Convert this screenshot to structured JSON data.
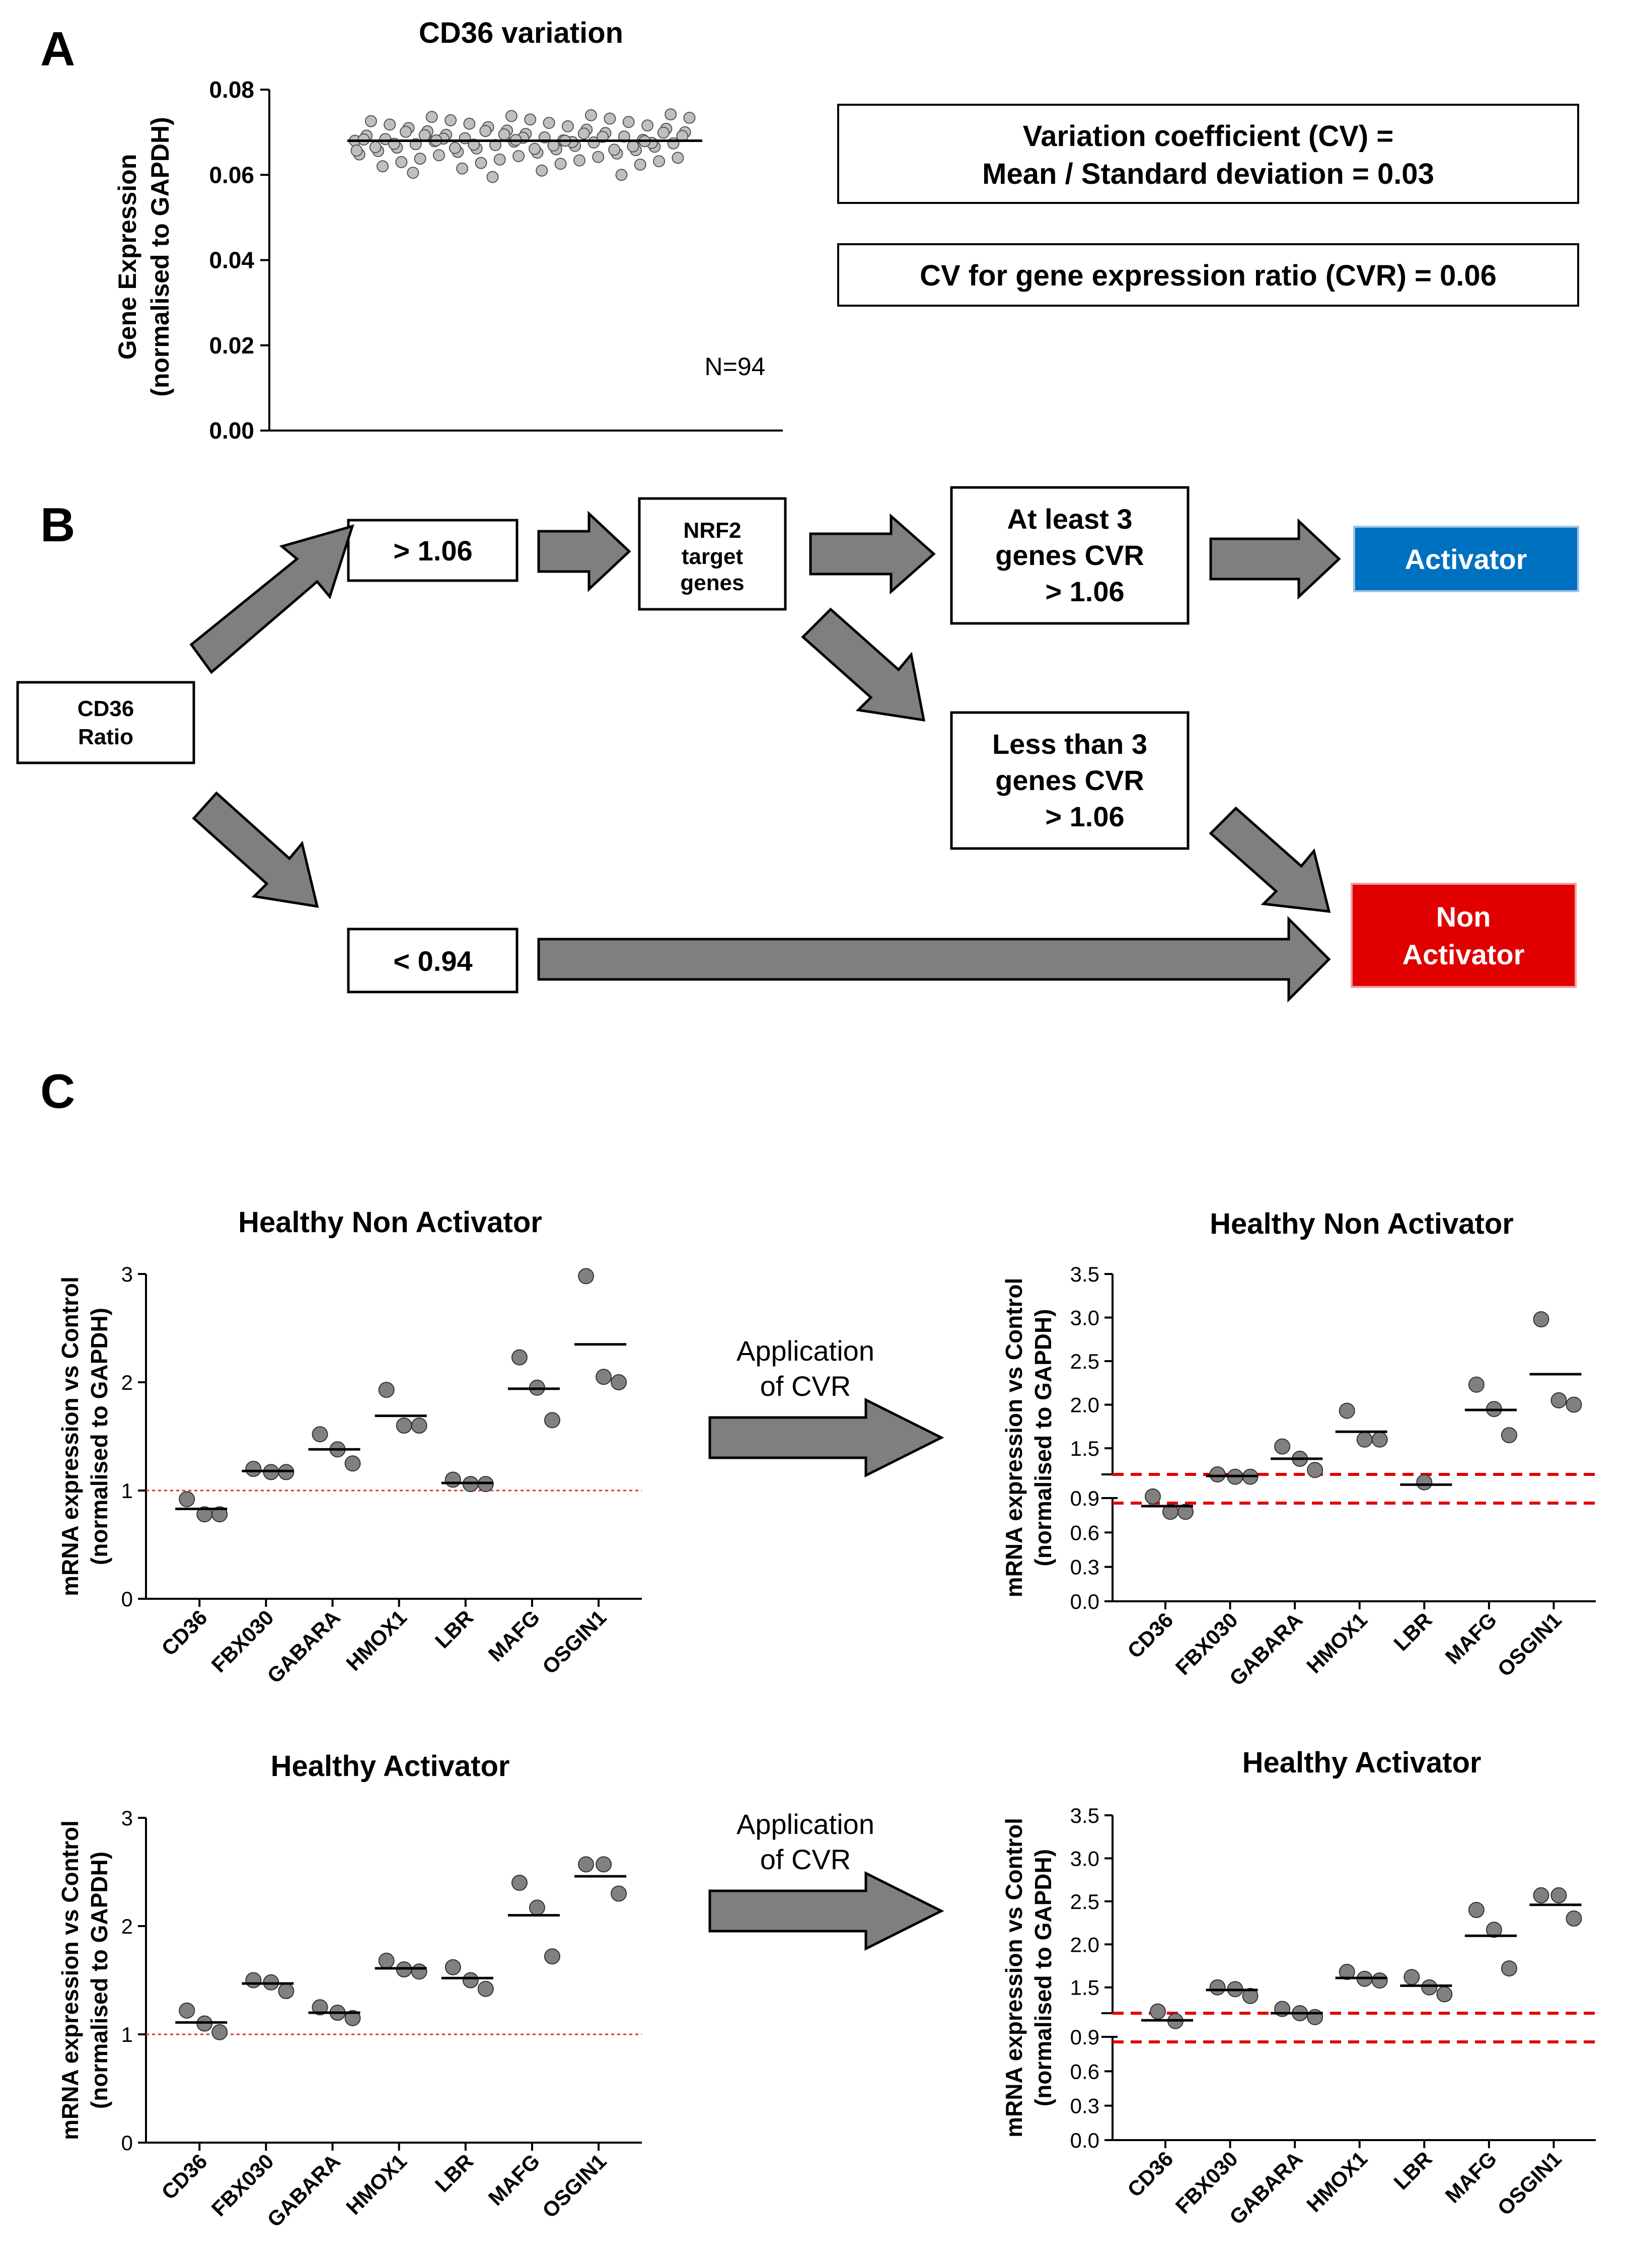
{
  "panels": {
    "a": "A",
    "b": "B",
    "c": "C"
  },
  "panel_a": {
    "title": "CD36 variation",
    "ylabel_1": "Gene Expression",
    "ylabel_2": "(normalised to GAPDH)",
    "n_label": "N=94",
    "box1_line1": "Variation coefficient (CV) =",
    "box1_line2": "Mean / Standard deviation = 0.03",
    "box2": "CV for gene expression ratio (CVR) = 0.06"
  },
  "flow": {
    "cd36_line1": "CD36",
    "cd36_line2": "Ratio",
    "gt": "> 1.06",
    "lt": "< 0.94",
    "nrf2_line1": "NRF2",
    "nrf2_line2": "target",
    "nrf2_line3": "genes",
    "atleast_line1": "At least 3",
    "atleast_line2": "genes CVR",
    "atleast_line3": "> 1.06",
    "less_line1": "Less than 3",
    "less_line2": "genes CVR",
    "less_line3": "> 1.06",
    "activator": "Activator",
    "non_line1": "Non",
    "non_line2": "Activator",
    "activator_color": "#0070C0",
    "non_activator_color": "#E00000"
  },
  "cvr_labels": [
    {
      "line1": "Application",
      "line2": "of  CVR"
    },
    {
      "line1": "Application",
      "line2": "of  CVR"
    }
  ],
  "chart_data": [
    {
      "type": "scatter",
      "title": "CD36 variation",
      "ylabel": "Gene Expression (normalised to GAPDH)",
      "ylim": [
        0,
        0.08
      ],
      "yticks": [
        "0.00",
        "0.02",
        "0.04",
        "0.06",
        "0.08"
      ],
      "n": 94,
      "mean": 0.068,
      "annotation": "N=94",
      "points": [
        0.068,
        0.0681,
        0.0679,
        0.0682,
        0.0678,
        0.0684,
        0.0676,
        0.0686,
        0.0674,
        0.0688,
        0.0672,
        0.069,
        0.067,
        0.0692,
        0.0668,
        0.0694,
        0.0666,
        0.0696,
        0.0664,
        0.0698,
        0.0662,
        0.07,
        0.066,
        0.0702,
        0.0658,
        0.0704,
        0.0656,
        0.0706,
        0.0654,
        0.0708,
        0.0652,
        0.071,
        0.065,
        0.0712,
        0.0648,
        0.0714,
        0.0646,
        0.0716,
        0.0644,
        0.0718,
        0.0642,
        0.072,
        0.064,
        0.0722,
        0.0638,
        0.0724,
        0.0636,
        0.0726,
        0.0634,
        0.0728,
        0.0632,
        0.073,
        0.063,
        0.0732,
        0.0628,
        0.0734,
        0.0626,
        0.0736,
        0.0624,
        0.0738,
        0.062,
        0.074,
        0.0615,
        0.0742,
        0.061,
        0.0605,
        0.06,
        0.0595,
        0.0683,
        0.0677,
        0.0685,
        0.0675,
        0.0687,
        0.0673,
        0.0689,
        0.0671,
        0.0691,
        0.0669,
        0.0693,
        0.0667,
        0.0695,
        0.0665,
        0.0697,
        0.0663,
        0.0699,
        0.0661,
        0.0701,
        0.0659,
        0.0703,
        0.0657,
        0.068,
        0.0681,
        0.0679,
        0.0682
      ]
    },
    {
      "type": "scatter",
      "title": "Healthy Non Activator",
      "ylabel": "mRNA expression vs Control (normalised to GAPDH)",
      "ylim": [
        0,
        3
      ],
      "yticks": [
        "0",
        "1",
        "2",
        "3"
      ],
      "categories": [
        "CD36",
        "FBX030",
        "GABARA",
        "HMOX1",
        "LBR",
        "MAFG",
        "OSGIN1"
      ],
      "values": [
        [
          0.92,
          0.78,
          0.78
        ],
        [
          1.2,
          1.17,
          1.17
        ],
        [
          1.52,
          1.38,
          1.25
        ],
        [
          1.93,
          1.6,
          1.6
        ],
        [
          1.1,
          1.06,
          1.06
        ],
        [
          2.23,
          1.95,
          1.65
        ],
        [
          2.98,
          2.05,
          2.0
        ]
      ],
      "means": [
        0.83,
        1.18,
        1.38,
        1.69,
        1.07,
        1.94,
        2.35
      ],
      "reference_line": 1
    },
    {
      "type": "scatter",
      "title": "Healthy Non Activator",
      "ylabel": "mRNA expression vs Control (normalised to GAPDH)",
      "ylim": [
        0,
        3.5
      ],
      "axis_break": [
        0.9,
        1.2
      ],
      "yticks": [
        "0.0",
        "0.3",
        "0.6",
        "0.9",
        "1.5",
        "2.0",
        "2.5",
        "3.0",
        "3.5"
      ],
      "categories": [
        "CD36",
        "FBX030",
        "GABARA",
        "HMOX1",
        "LBR",
        "MAFG",
        "OSGIN1"
      ],
      "values": [
        [
          0.92,
          0.78,
          0.78
        ],
        [
          1.2,
          1.17,
          1.17
        ],
        [
          1.52,
          1.38,
          1.25
        ],
        [
          1.93,
          1.6,
          1.6
        ],
        [
          1.1
        ],
        [
          2.23,
          1.95,
          1.65
        ],
        [
          2.98,
          2.05,
          2.0
        ]
      ],
      "means": [
        0.83,
        1.18,
        1.38,
        1.69,
        1.07,
        1.94,
        2.35
      ],
      "cvr_lines": [
        0.94,
        1.06
      ]
    },
    {
      "type": "scatter",
      "title": "Healthy Activator",
      "ylabel": "mRNA expression vs Control (normalised to GAPDH)",
      "ylim": [
        0,
        3
      ],
      "yticks": [
        "0",
        "1",
        "2",
        "3"
      ],
      "categories": [
        "CD36",
        "FBX030",
        "GABARA",
        "HMOX1",
        "LBR",
        "MAFG",
        "OSGIN1"
      ],
      "values": [
        [
          1.22,
          1.1,
          1.02
        ],
        [
          1.5,
          1.48,
          1.4
        ],
        [
          1.25,
          1.2,
          1.15
        ],
        [
          1.68,
          1.6,
          1.58
        ],
        [
          1.62,
          1.5,
          1.42
        ],
        [
          2.4,
          2.17,
          1.72
        ],
        [
          2.57,
          2.57,
          2.3
        ]
      ],
      "means": [
        1.11,
        1.47,
        1.2,
        1.61,
        1.52,
        2.1,
        2.46
      ],
      "reference_line": 1
    },
    {
      "type": "scatter",
      "title": "Healthy Activator",
      "ylabel": "mRNA expression vs Control (normalised to GAPDH)",
      "ylim": [
        0,
        3.5
      ],
      "axis_break": [
        0.9,
        1.2
      ],
      "yticks": [
        "0.0",
        "0.3",
        "0.6",
        "0.9",
        "1.5",
        "2.0",
        "2.5",
        "3.0",
        "3.5"
      ],
      "categories": [
        "CD36",
        "FBX030",
        "GABARA",
        "HMOX1",
        "LBR",
        "MAFG",
        "OSGIN1"
      ],
      "values": [
        [
          1.22,
          1.1
        ],
        [
          1.5,
          1.48,
          1.4
        ],
        [
          1.25,
          1.2,
          1.15
        ],
        [
          1.68,
          1.6,
          1.58
        ],
        [
          1.62,
          1.5,
          1.42
        ],
        [
          2.4,
          2.17,
          1.72
        ],
        [
          2.57,
          2.57,
          2.3
        ]
      ],
      "means": [
        1.11,
        1.47,
        1.2,
        1.61,
        1.52,
        2.1,
        2.46
      ],
      "cvr_lines": [
        0.94,
        1.06
      ]
    }
  ]
}
